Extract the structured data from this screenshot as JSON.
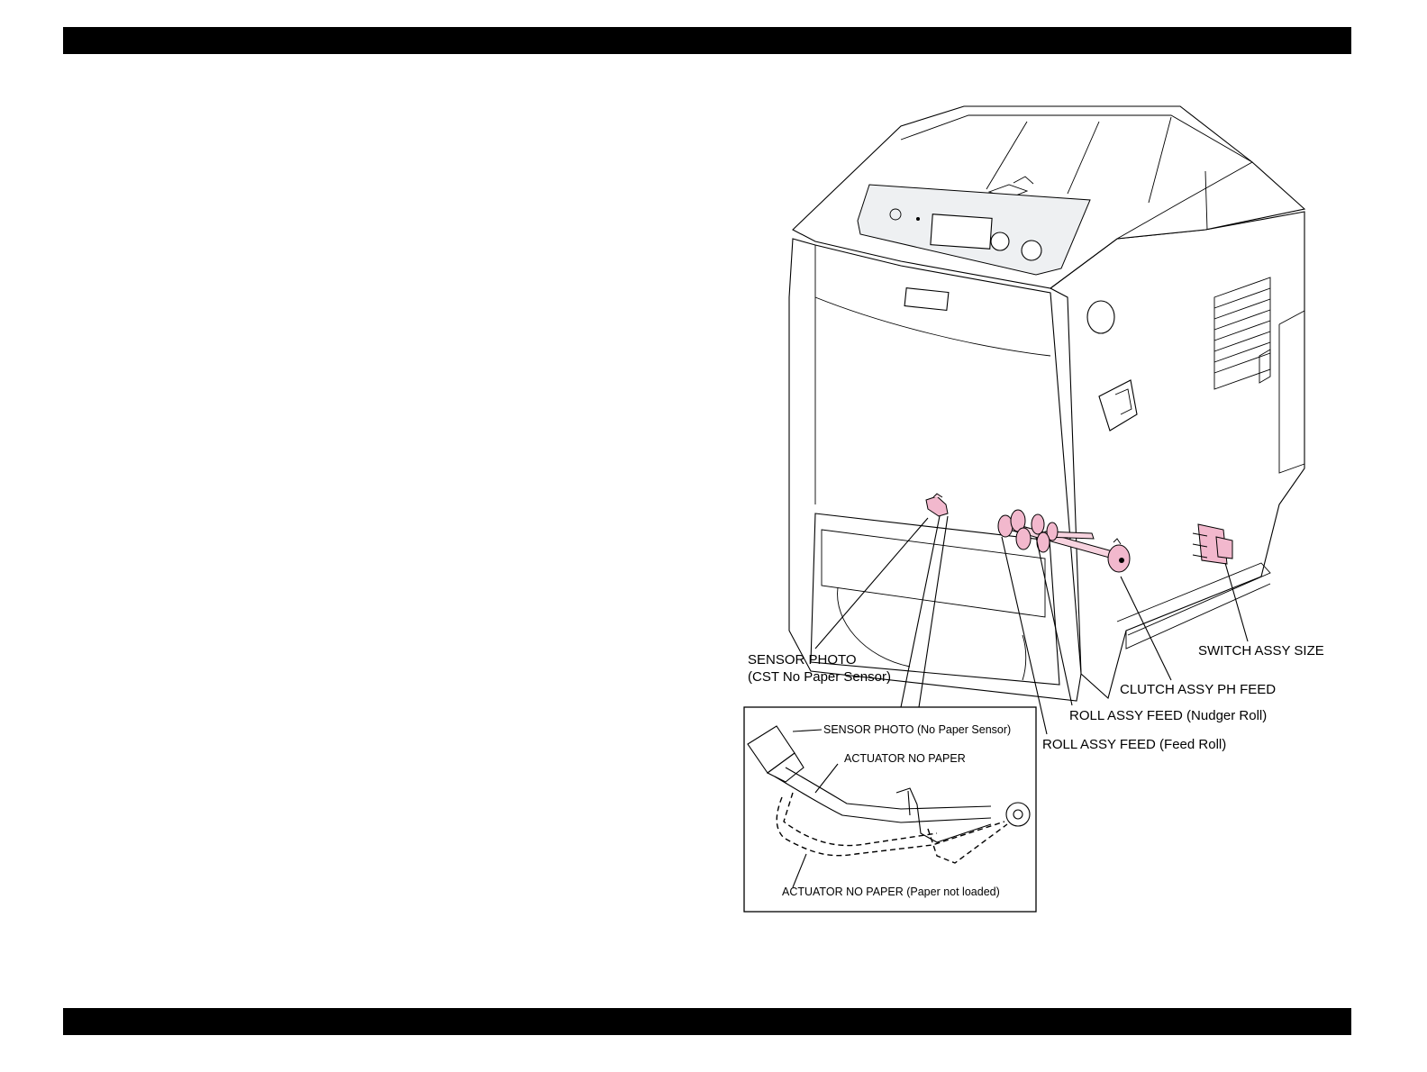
{
  "labels": {
    "sensor_photo": "SENSOR PHOTO",
    "sensor_photo_sub": "(CST No Paper Sensor)",
    "switch_assy_size": "SWITCH ASSY SIZE",
    "clutch_assy": "CLUTCH ASSY PH FEED",
    "roll_nudger": "ROLL ASSY FEED (Nudger Roll)",
    "roll_feed": "ROLL ASSY FEED (Feed Roll)"
  },
  "inset": {
    "sensor_no_paper": "SENSOR PHOTO (No Paper Sensor)",
    "actuator": "ACTUATOR NO PAPER",
    "actuator_not_loaded": "ACTUATOR NO PAPER (Paper not loaded)"
  },
  "colors": {
    "highlight_part": "#f2b8cd",
    "header_bar": "#000000"
  }
}
